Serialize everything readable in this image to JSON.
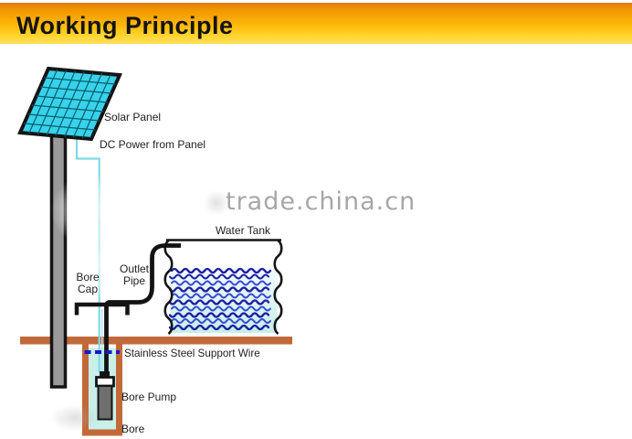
{
  "header": {
    "title": "Working Principle"
  },
  "watermark": {
    "text": "trade.china.cn",
    "color": "#9b9b9b"
  },
  "labels": {
    "solar_panel": "Solar Panel",
    "dc_power": "DC Power from Panel",
    "water_tank": "Water Tank",
    "outlet_pipe": "Outlet Pipe",
    "bore_cap": "Bore Cap",
    "support_wire": "Stainless Steel Support Wire",
    "bore_pump": "Bore Pump",
    "bore": "Bore"
  },
  "colors": {
    "header_top": "#ef9300",
    "header_bottom": "#ffdf5a",
    "panel_cell": "#38d2ea",
    "panel_grid": "#075e6e",
    "pole": "#9a9a9a",
    "wire": "#7fd9e6",
    "pipe": "#131313",
    "ground": "#c2693a",
    "bore_water": "#c9efe9",
    "wave_dark": "#1d1da4",
    "wave_blue": "#3a48d2",
    "support_wire": "#1818c8",
    "pump_body": "#6f6f6f"
  }
}
